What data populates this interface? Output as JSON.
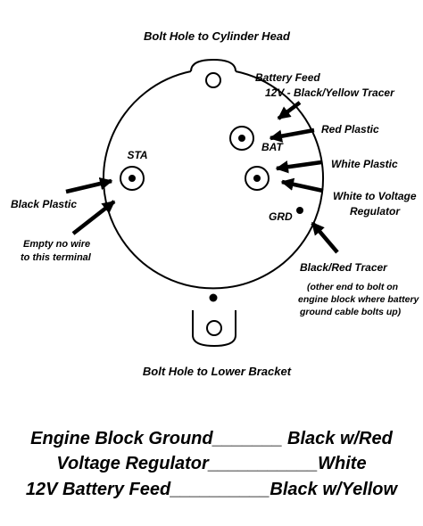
{
  "title_top": "Bolt Hole to Cylinder Head",
  "title_bottom": "Bolt Hole to Lower Bracket",
  "terminals": {
    "sta": "STA",
    "bat": "BAT",
    "grd": "GRD"
  },
  "callouts": {
    "battery_feed_1": "Battery Feed",
    "battery_feed_2": "12V - Black/Yellow Tracer",
    "red_plastic": "Red Plastic",
    "white_plastic": "White Plastic",
    "white_to_vr_1": "White to Voltage",
    "white_to_vr_2": "Regulator",
    "black_plastic": "Black Plastic",
    "empty_1": "Empty no wire",
    "empty_2": "to this terminal",
    "black_red_tracer": "Black/Red Tracer",
    "note_1": "(other end to bolt on",
    "note_2": "engine block where battery",
    "note_3": "ground cable bolts up)"
  },
  "legend": [
    "Engine Block Ground_______ Black w/Red",
    "Voltage Regulator___________White",
    "12V Battery Feed__________Black w/Yellow"
  ]
}
